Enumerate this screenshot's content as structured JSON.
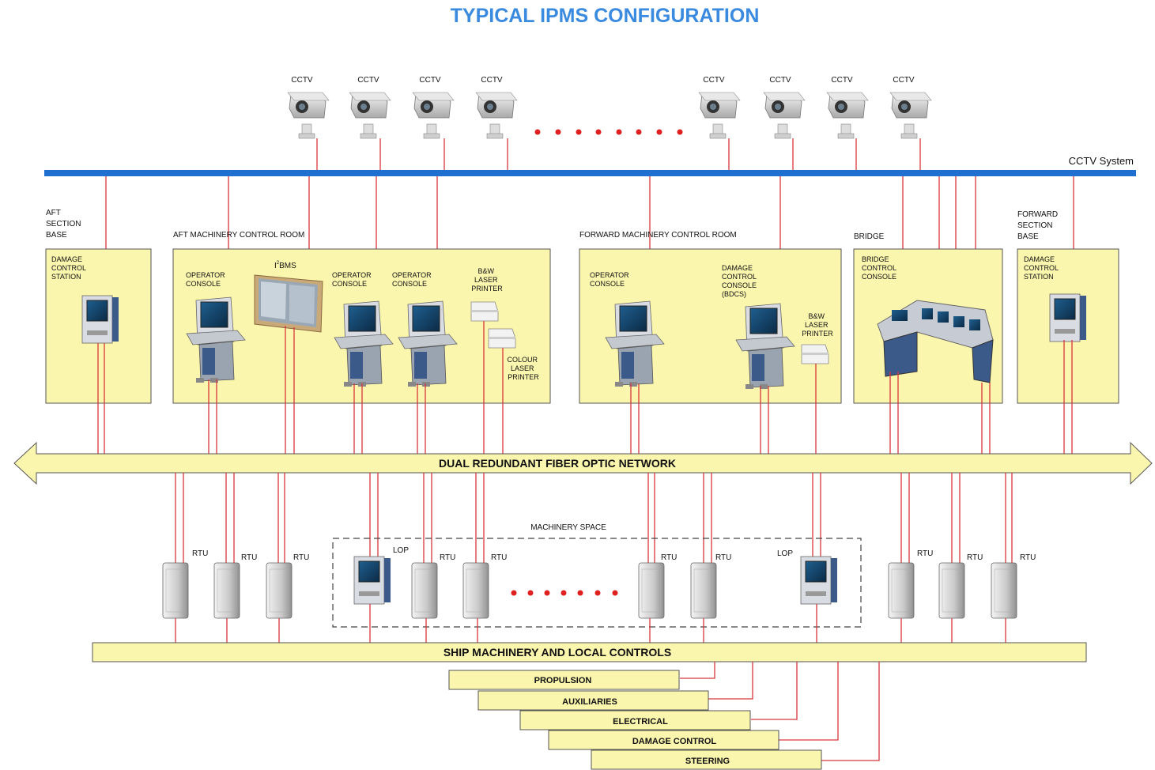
{
  "title": "TYPICAL IPMS CONFIGURATION",
  "cctv": {
    "camera_label": "CCTV",
    "system_label": "CCTV System",
    "cameras": [
      "CCTV",
      "CCTV",
      "CCTV",
      "CCTV",
      "CCTV",
      "CCTV",
      "CCTV",
      "CCTV"
    ]
  },
  "sections": {
    "aft_base": {
      "title": [
        "AFT",
        "SECTION",
        "BASE"
      ],
      "device": [
        "DAMAGE",
        "CONTROL",
        "STATION"
      ]
    },
    "aft_mcr": {
      "title": "AFT MACHINERY CONTROL ROOM",
      "i2bms_sup": "2",
      "i2bms_rest": "BMS",
      "i2bms_prefix": "I",
      "op1": [
        "OPERATOR",
        "CONSOLE"
      ],
      "op2": [
        "OPERATOR",
        "CONSOLE"
      ],
      "op3": [
        "OPERATOR",
        "CONSOLE"
      ],
      "bw_printer": [
        "B&W",
        "LASER",
        "PRINTER"
      ],
      "colour_printer": [
        "COLOUR",
        "LASER",
        "PRINTER"
      ]
    },
    "fwd_mcr": {
      "title": "FORWARD MACHINERY CONTROL ROOM",
      "op": [
        "OPERATOR",
        "CONSOLE"
      ],
      "bdcs": [
        "DAMAGE",
        "CONTROL",
        "CONSOLE",
        "(BDCS)"
      ],
      "bw_printer": [
        "B&W",
        "LASER",
        "PRINTER"
      ]
    },
    "bridge": {
      "title": "BRIDGE",
      "device": [
        "BRIDGE",
        "CONTROL",
        "CONSOLE"
      ]
    },
    "fwd_base": {
      "title": [
        "FORWARD",
        "SECTION",
        "BASE"
      ],
      "device": [
        "DAMAGE",
        "CONTROL",
        "STATION"
      ]
    }
  },
  "network": {
    "label": "DUAL REDUNDANT FIBER OPTIC NETWORK"
  },
  "machinery_space": {
    "label": "MACHINERY SPACE",
    "lop1": "LOP",
    "lop2": "LOP"
  },
  "rtu_label": "RTU",
  "rtus": [
    "RTU",
    "RTU",
    "RTU",
    "RTU",
    "RTU",
    "RTU",
    "RTU",
    "RTU",
    "RTU",
    "RTU"
  ],
  "ship": {
    "label": "SHIP MACHINERY AND LOCAL CONTROLS",
    "subsystems": [
      "PROPULSION",
      "AUXILIARIES",
      "ELECTRICAL",
      "DAMAGE CONTROL",
      "STEERING"
    ]
  },
  "colors": {
    "title": "#3a8be0",
    "cctv_bus": "#1f6fd0",
    "box_fill": "#fbf6ae",
    "link": "#d9363a"
  }
}
